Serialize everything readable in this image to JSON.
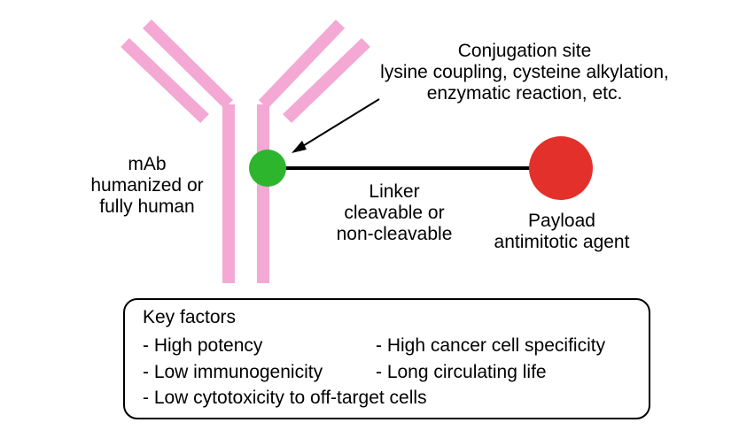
{
  "colors": {
    "antibody": "#f3a9d3",
    "conjugation_site": "#2db52d",
    "payload": "#e3302a",
    "linker": "#000000"
  },
  "mab": {
    "lines": [
      "mAb",
      "humanized or",
      "fully human"
    ]
  },
  "conjugation": {
    "lines": [
      "Conjugation site",
      "lysine coupling, cysteine alkylation,",
      "enzymatic reaction, etc."
    ]
  },
  "linker": {
    "lines": [
      "Linker",
      "cleavable or",
      "non-cleavable"
    ]
  },
  "payload": {
    "lines": [
      "Payload",
      "antimitotic agent"
    ]
  },
  "key_factors": {
    "title": "Key factors",
    "items": [
      "- High potency",
      "- High cancer cell specificity",
      "- Low immunogenicity",
      "- Long circulating life",
      "- Low cytotoxicity to off-target cells"
    ]
  }
}
